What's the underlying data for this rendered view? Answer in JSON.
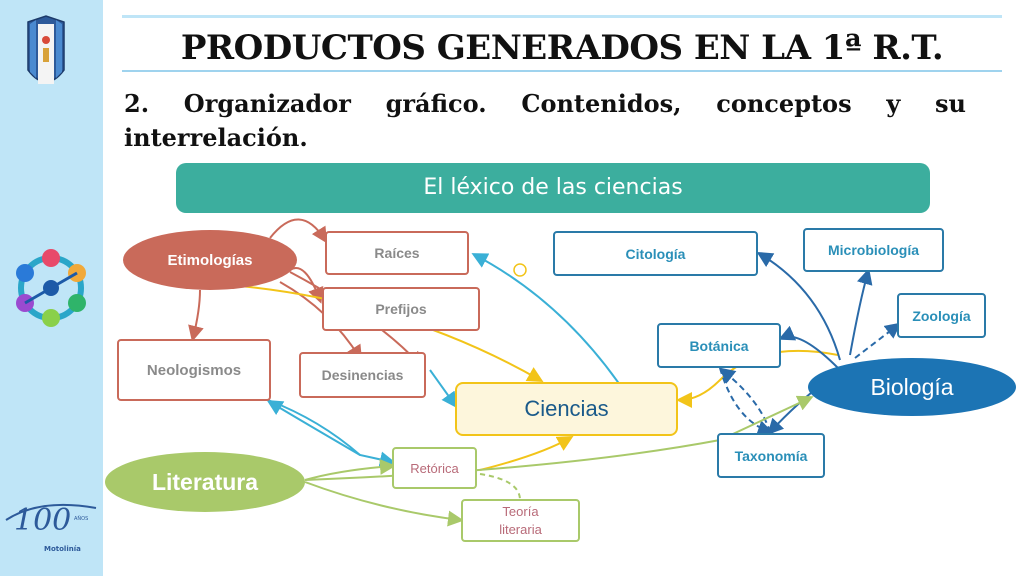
{
  "slide": {
    "title": "PRODUCTOS GENERADOS EN LA 1ª R.T.",
    "subtitle": "2. Organizador gráfico. Contenidos, conceptos y su interrelación.",
    "banner": "El léxico de las ciencias"
  },
  "diagram": {
    "nodes": {
      "etimologias": "Etimologías",
      "raices": "Raíces",
      "prefijos": "Prefijos",
      "desinencias": "Desinencias",
      "neologismos": "Neologismos",
      "ciencias": "Ciencias",
      "literatura": "Literatura",
      "retorica": "Retórica",
      "teoria_literaria": "Teoría literaria",
      "citologia": "Citología",
      "microbiologia": "Microbiología",
      "zoologia": "Zoología",
      "botanica": "Botánica",
      "biologia": "Biología",
      "taxonomia": "Taxonomía"
    }
  },
  "colors": {
    "sidebar": "#bfe5f7",
    "banner": "#3cae9e",
    "etimologias": "#c96a5a",
    "biologia": "#1c74b4",
    "literatura": "#a9c96a",
    "ciencias_fill": "#fdf6dc",
    "ciencias_border": "#f2c419"
  },
  "logo": {
    "anniversary_text": "AÑOS",
    "brand": "Motolinía"
  }
}
